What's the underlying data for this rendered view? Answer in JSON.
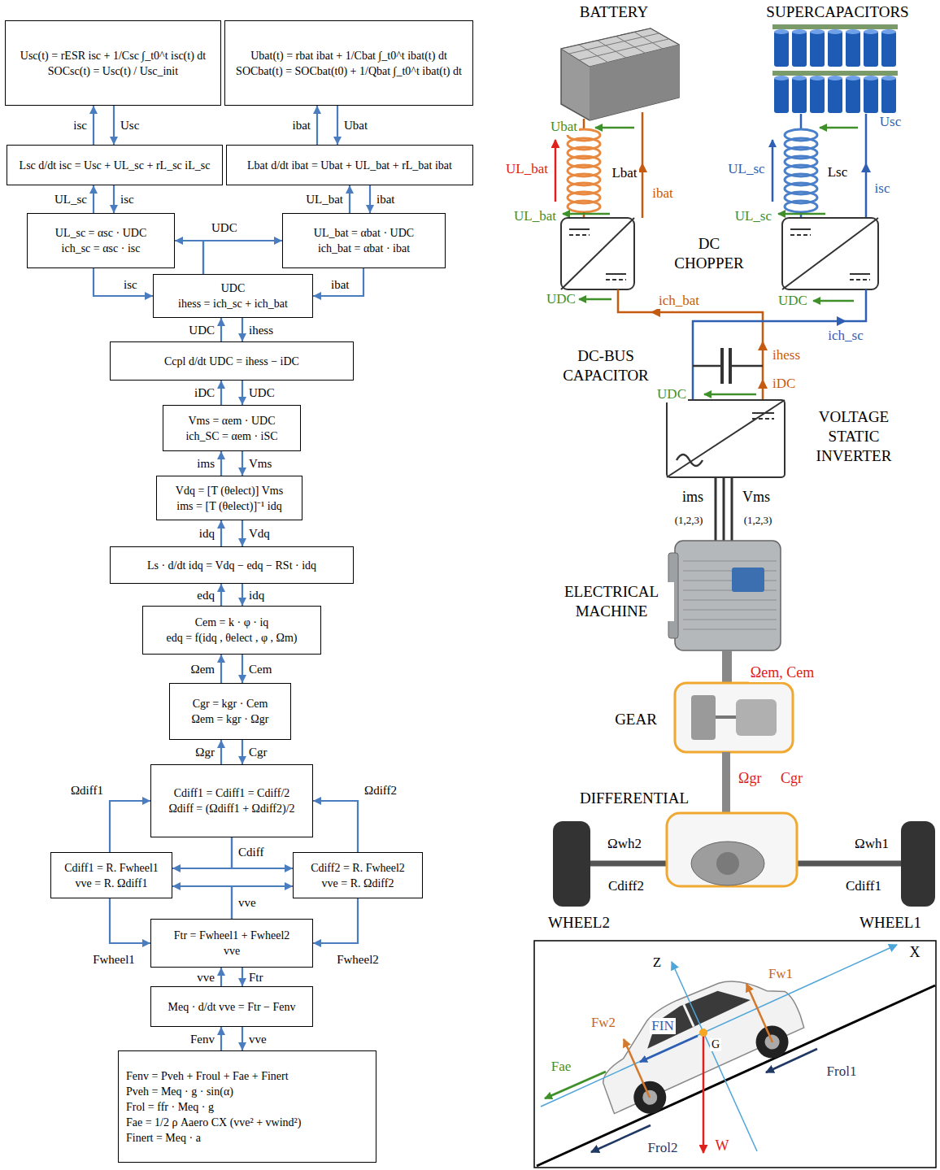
{
  "diagram": {
    "nodes": [
      {
        "text": [
          "Usc(t) = rESR isc + 1/Csc ∫_t0^t isc(t) dt",
          "SOCsc(t) = Usc(t) / Usc_init"
        ]
      },
      {
        "text": [
          "Ubat(t) = rbat ibat + 1/Cbat ∫_t0^t ibat(t) dt",
          "SOCbat(t) = SOCbat(t0) + 1/Qbat ∫_t0^t ibat(t) dt"
        ]
      },
      {
        "text": [
          "Lsc d/dt isc = Usc + UL_sc + rL_sc iL_sc"
        ]
      },
      {
        "text": [
          "Lbat d/dt ibat = Ubat + UL_bat + rL_bat ibat"
        ]
      },
      {
        "text": [
          "UL_sc = αsc · UDC",
          "ich_sc = αsc · isc"
        ]
      },
      {
        "text": [
          "UL_bat = αbat · UDC",
          "ich_bat = αbat · ibat"
        ]
      },
      {
        "text": [
          "UDC",
          "ihess = ich_sc + ich_bat"
        ]
      },
      {
        "text": [
          "Ccpl d/dt UDC = ihess − iDC"
        ]
      },
      {
        "text": [
          "Vms = αem · UDC",
          "ich_SC = αem · iSC"
        ]
      },
      {
        "text": [
          "Vdq = [T (θelect)] Vms",
          "ims = [T (θelect)]⁻¹ idq"
        ]
      },
      {
        "text": [
          "Ls · d/dt idq = Vdq − edq − RSt · idq"
        ]
      },
      {
        "text": [
          "Cem = k · φ · iq",
          "edq = f(idq , θelect , φ , Ωm)"
        ]
      },
      {
        "text": [
          "Cgr = kgr · Cem",
          "Ωem = kgr · Ωgr"
        ]
      },
      {
        "text": [
          "Cdiff1 = Cdiff1 = Cdiff/2",
          "Ωdiff = (Ωdiff1 + Ωdiff2)/2"
        ]
      },
      {
        "text": [
          "Cdiff1 = R. Fwheel1",
          "vve = R. Ωdiff1"
        ]
      },
      {
        "text": [
          "Cdiff2 = R. Fwheel2",
          "vve = R. Ωdiff2"
        ]
      },
      {
        "text": [
          "Ftr = Fwheel1 + Fwheel2",
          "vve"
        ]
      },
      {
        "text": [
          "Meq · d/dt vve = Ftr − Fenv"
        ]
      },
      {
        "text": [
          "Fenv = Pveh + Froul + Fae + Finert",
          "Pveh = Meq · g · sin(α)",
          "Frol = ffr · Meq · g",
          "Fae = 1/2 ρ Aaero CX (vve² + vwind²)",
          "Finert = Meq · a"
        ]
      }
    ],
    "edges": [
      {
        "from": 2,
        "to": 0,
        "label": "isc",
        "arrow": "to"
      },
      {
        "from": 0,
        "to": 2,
        "label": "Usc",
        "arrow": "to"
      },
      {
        "from": 3,
        "to": 1,
        "label": "ibat",
        "arrow": "to"
      },
      {
        "from": 1,
        "to": 3,
        "label": "Ubat",
        "arrow": "to"
      },
      {
        "from": 4,
        "to": 2,
        "label": "UL_sc",
        "arrow": "to"
      },
      {
        "from": 2,
        "to": 4,
        "label": "isc",
        "arrow": "to"
      },
      {
        "from": 5,
        "to": 3,
        "label": "UL_bat",
        "arrow": "to"
      },
      {
        "from": 3,
        "to": 5,
        "label": "ibat",
        "arrow": "to"
      },
      {
        "from": 6,
        "to": 4,
        "label": "UDC",
        "arrow": "to"
      },
      {
        "from": 6,
        "to": 5,
        "arrow": "to"
      },
      {
        "from": 4,
        "to": 6,
        "label": "isc",
        "arrow": "to"
      },
      {
        "from": 5,
        "to": 6,
        "label": "ibat",
        "arrow": "to"
      },
      {
        "from": 7,
        "to": 6,
        "label": "UDC",
        "arrow": "to"
      },
      {
        "from": 6,
        "to": 7,
        "label": "ihess",
        "arrow": "to"
      },
      {
        "from": 8,
        "to": 7,
        "label": "iDC",
        "arrow": "to"
      },
      {
        "from": 7,
        "to": 8,
        "label": "UDC",
        "arrow": "to"
      },
      {
        "from": 9,
        "to": 8,
        "label": "ims",
        "arrow": "to"
      },
      {
        "from": 8,
        "to": 9,
        "label": "Vms",
        "arrow": "to"
      },
      {
        "from": 10,
        "to": 9,
        "label": "idq",
        "arrow": "to"
      },
      {
        "from": 9,
        "to": 10,
        "label": "Vdq",
        "arrow": "to"
      },
      {
        "from": 11,
        "to": 10,
        "label": "edq",
        "arrow": "to"
      },
      {
        "from": 10,
        "to": 11,
        "label": "idq",
        "arrow": "to"
      },
      {
        "from": 12,
        "to": 11,
        "label": "Ωem",
        "arrow": "to"
      },
      {
        "from": 11,
        "to": 12,
        "label": "Cem",
        "arrow": "to"
      },
      {
        "from": 13,
        "to": 12,
        "label": "Ωgr",
        "arrow": "to"
      },
      {
        "from": 12,
        "to": 13,
        "label": "Cgr",
        "arrow": "to"
      },
      {
        "from": 14,
        "to": 13,
        "label": "Ωdiff1",
        "arrow": "to"
      },
      {
        "from": 15,
        "to": 13,
        "label": "Ωdiff2",
        "arrow": "to"
      },
      {
        "from": 13,
        "to": 14,
        "label": "Cdiff",
        "arrow": "to"
      },
      {
        "from": 13,
        "to": 15,
        "arrow": "to"
      },
      {
        "from": 16,
        "to": 14,
        "label": "vve",
        "arrow": "to"
      },
      {
        "from": 16,
        "to": 15,
        "arrow": "to"
      },
      {
        "from": 14,
        "to": 16,
        "label": "Fwheel1",
        "arrow": "to"
      },
      {
        "from": 15,
        "to": 16,
        "label": "Fwheel2",
        "arrow": "to"
      },
      {
        "from": 17,
        "to": 16,
        "label": "vve",
        "arrow": "to"
      },
      {
        "from": 16,
        "to": 17,
        "label": "Ftr",
        "arrow": "to"
      },
      {
        "from": 18,
        "to": 17,
        "label": "Fenv",
        "arrow": "to"
      },
      {
        "from": 17,
        "to": 18,
        "label": "vve",
        "arrow": "to"
      }
    ],
    "labels": [
      "BATTERY",
      "SUPERCAPACITORS",
      "Ubat",
      "UL_bat",
      "Lbat",
      "ibat",
      "UL_bat",
      "Usc",
      "UL_sc",
      "Lsc",
      "isc",
      "UL_sc",
      "DC CHOPPER",
      "UDC",
      "ich_bat",
      "UDC",
      "ich_sc",
      "DC-BUS CAPACITOR",
      "ihess",
      "iDC",
      "UDC",
      "VOLTAGE STATIC INVERTER",
      "ims",
      "(1,2,3)",
      "Vms",
      "(1,2,3)",
      "ELECTRICAL MACHINE",
      "Ωem, Cem",
      "GEAR",
      "Ωgr",
      "Cgr",
      "DIFFERENTIAL",
      "Ωwh2",
      "Ωwh1",
      "Cdiff2",
      "Cdiff1",
      "WHEEL2",
      "WHEEL1",
      "Z",
      "X",
      "Fw1",
      "Fw2",
      "FIN",
      "G",
      "Fae",
      "Frol1",
      "Frol2",
      "W"
    ]
  }
}
